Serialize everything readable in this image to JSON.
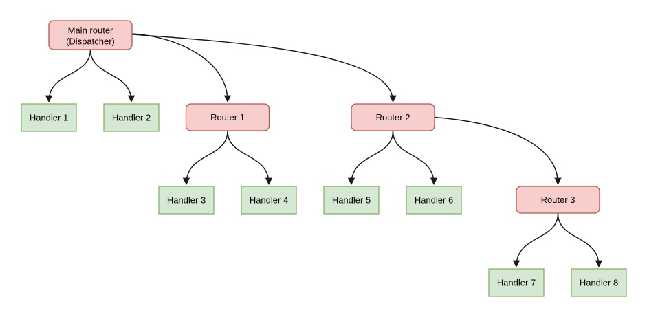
{
  "diagram": {
    "type": "flowchart",
    "direction": "top-down",
    "nodes": {
      "main_router": {
        "label": "Main router",
        "sublabel": "(Dispatcher)",
        "kind": "router"
      },
      "handler1": {
        "label": "Handler 1",
        "kind": "handler"
      },
      "handler2": {
        "label": "Handler 2",
        "kind": "handler"
      },
      "router1": {
        "label": "Router 1",
        "kind": "router"
      },
      "router2": {
        "label": "Router 2",
        "kind": "router"
      },
      "handler3": {
        "label": "Handler 3",
        "kind": "handler"
      },
      "handler4": {
        "label": "Handler 4",
        "kind": "handler"
      },
      "handler5": {
        "label": "Handler 5",
        "kind": "handler"
      },
      "handler6": {
        "label": "Handler 6",
        "kind": "handler"
      },
      "router3": {
        "label": "Router 3",
        "kind": "router"
      },
      "handler7": {
        "label": "Handler 7",
        "kind": "handler"
      },
      "handler8": {
        "label": "Handler 8",
        "kind": "handler"
      }
    },
    "edges": [
      {
        "from": "main_router",
        "to": "handler1"
      },
      {
        "from": "main_router",
        "to": "handler2"
      },
      {
        "from": "main_router",
        "to": "router1"
      },
      {
        "from": "main_router",
        "to": "router2"
      },
      {
        "from": "router1",
        "to": "handler3"
      },
      {
        "from": "router1",
        "to": "handler4"
      },
      {
        "from": "router2",
        "to": "handler5"
      },
      {
        "from": "router2",
        "to": "handler6"
      },
      {
        "from": "router2",
        "to": "router3"
      },
      {
        "from": "router3",
        "to": "handler7"
      },
      {
        "from": "router3",
        "to": "handler8"
      }
    ],
    "colors": {
      "router_fill": "#f8cecc",
      "router_border": "#b85450",
      "handler_fill": "#d5e8d4",
      "handler_border": "#82b366",
      "edge_stroke": "#1a1a1a",
      "text": "#000000",
      "background": "#ffffff"
    }
  }
}
